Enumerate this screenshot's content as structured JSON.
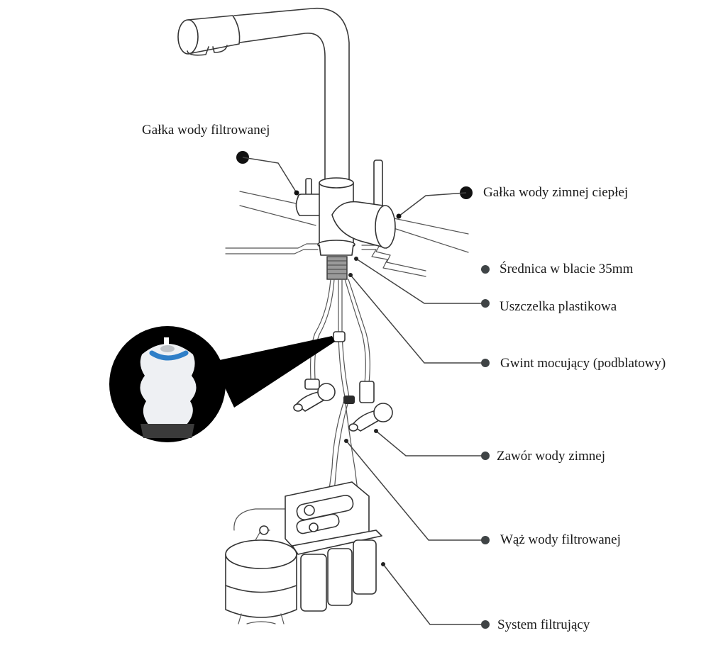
{
  "title": "Schemat instalacji baterii z filtrem wody",
  "labels": {
    "filtered_knob": "Gałka wody filtrowanej",
    "hot_cold_knob": "Gałka wody zimnej ciepłej",
    "countertop_diameter": "Średnica w blacie 35mm",
    "plastic_gasket": "Uszczelka plastikowa",
    "mounting_thread": "Gwint mocujący (podblatowy)",
    "cold_water_valve": "Zawór wody zimnej",
    "filtered_water_hose": "Wąż wody filtrowanej",
    "filter_system": "System filtrujący"
  },
  "colors": {
    "line": "#333333",
    "marker_large": "#111111",
    "marker_small": "#3f4446",
    "fitting_accent": "#2f7fc8",
    "zoom_circle": "#000000"
  }
}
